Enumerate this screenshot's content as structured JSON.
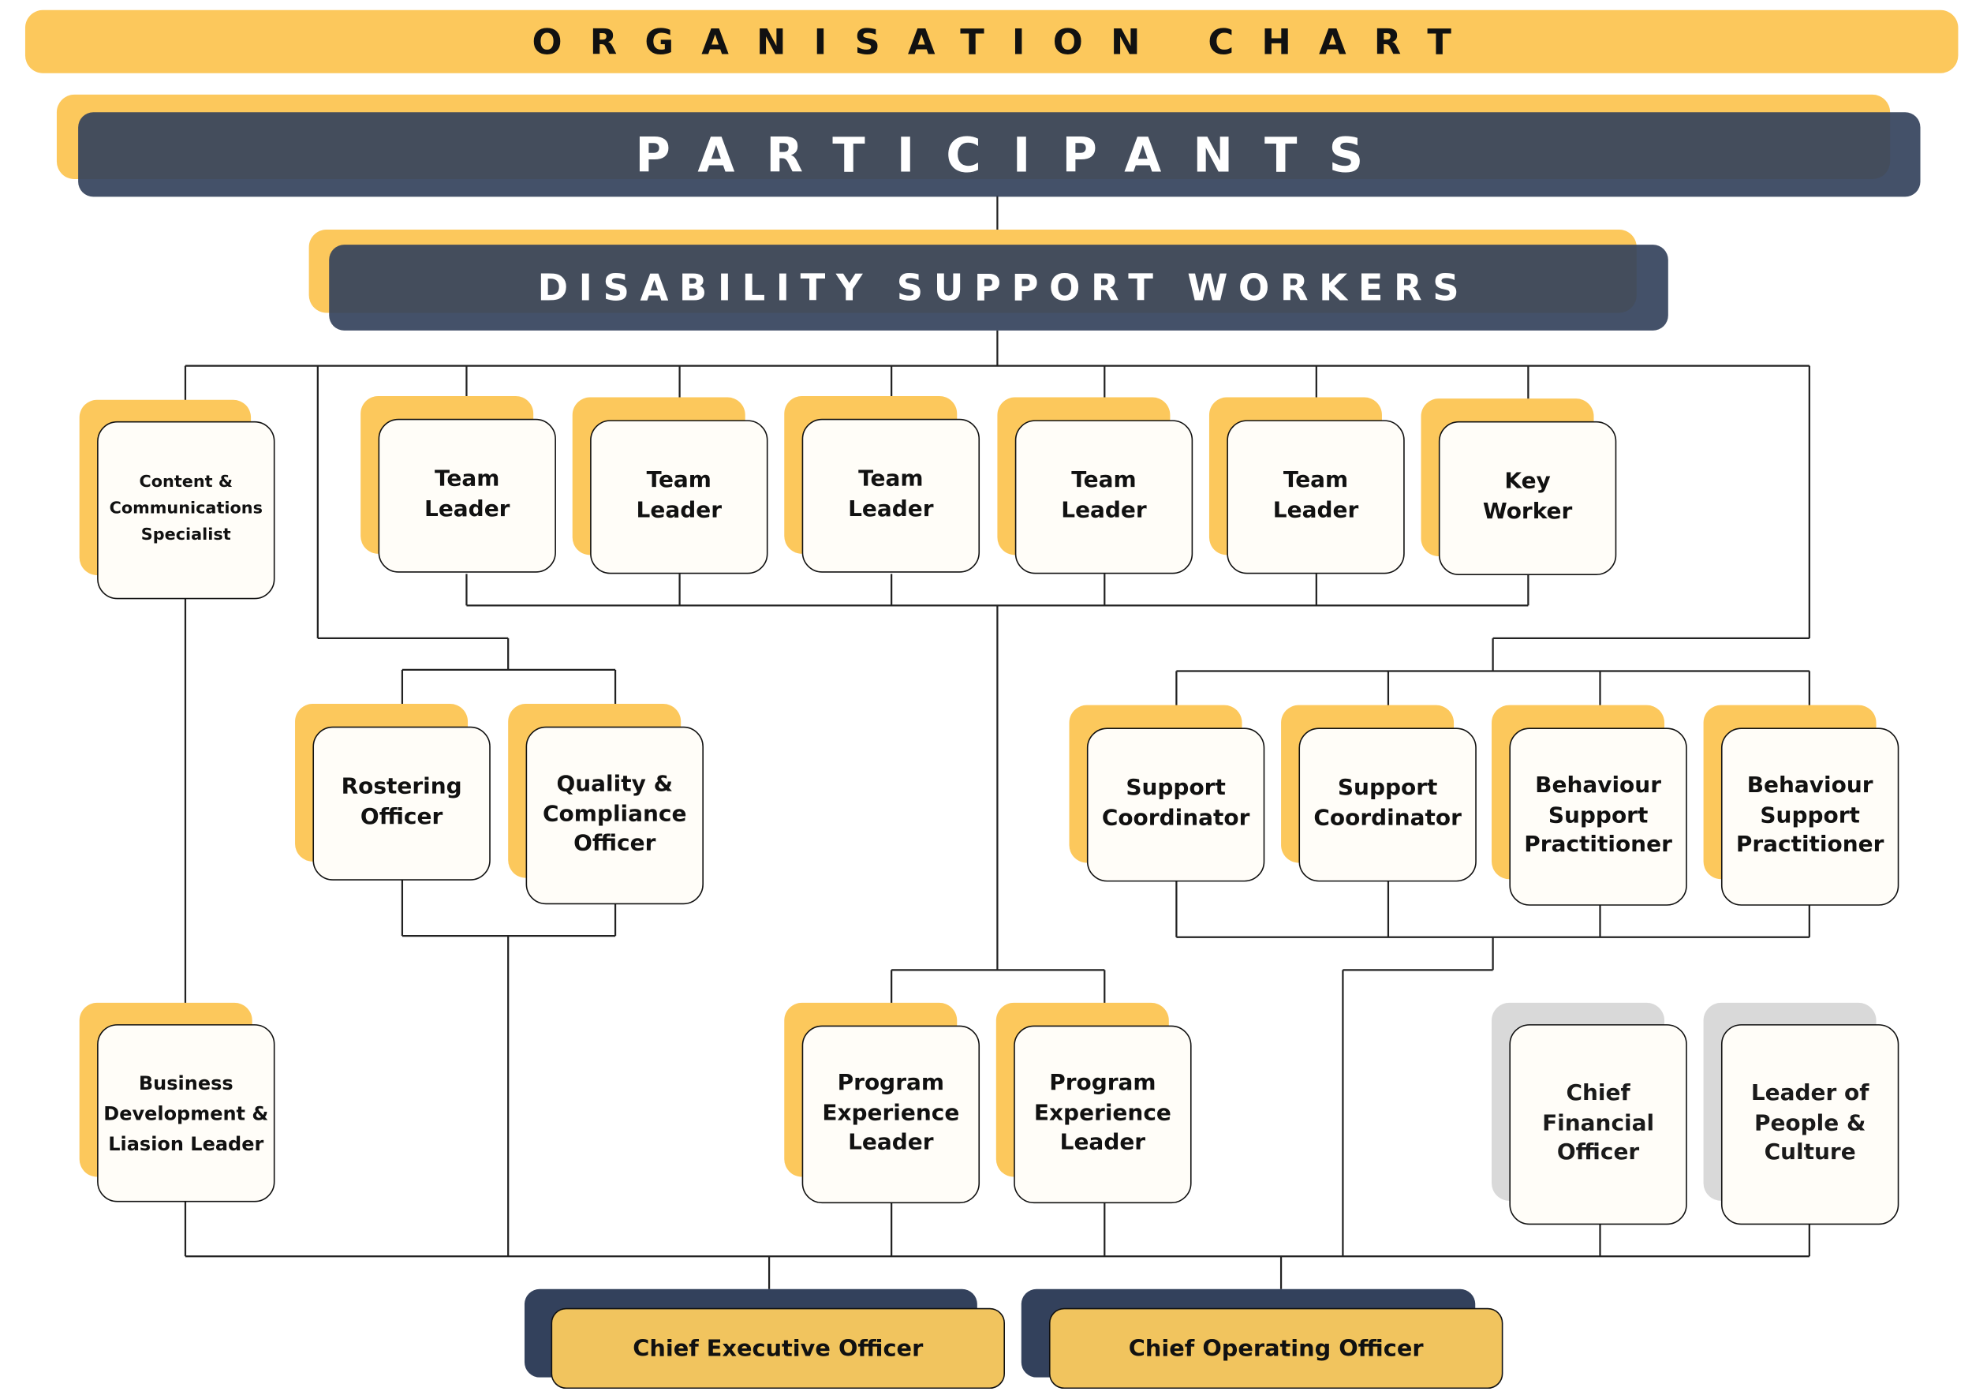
{
  "title": "ORGANISATION CHART",
  "participants": "PARTICIPANTS",
  "dsw": "DISABILITY SUPPORT WORKERS",
  "colors": {
    "accent": "#fcc85c",
    "navy": "#3f4d66",
    "grey": "#d9d9d9",
    "line": "#222222"
  },
  "roles": {
    "content": "Content &\nCommunications\nSpecialist",
    "team_leader_1": "Team\nLeader",
    "team_leader_2": "Team\nLeader",
    "team_leader_3": "Team\nLeader",
    "team_leader_4": "Team\nLeader",
    "team_leader_5": "Team\nLeader",
    "key_worker": "Key\nWorker",
    "rostering": "Rostering\nOfficer",
    "quality": "Quality &\nCompliance\nOfficer",
    "support_coord_1": "Support\nCoordinator",
    "support_coord_2": "Support\nCoordinator",
    "behaviour_1": "Behaviour\nSupport\nPractitioner",
    "behaviour_2": "Behaviour\nSupport\nPractitioner",
    "business_dev": "Business\nDevelopment &\nLiasion Leader",
    "program_1": "Program\nExperience\nLeader",
    "program_2": "Program\nExperience\nLeader",
    "cfo": "Chief\nFinancial\nOfficer",
    "people_culture": "Leader of\nPeople &\nCulture",
    "ceo": "Chief Executive Officer",
    "coo": "Chief Operating Officer"
  }
}
